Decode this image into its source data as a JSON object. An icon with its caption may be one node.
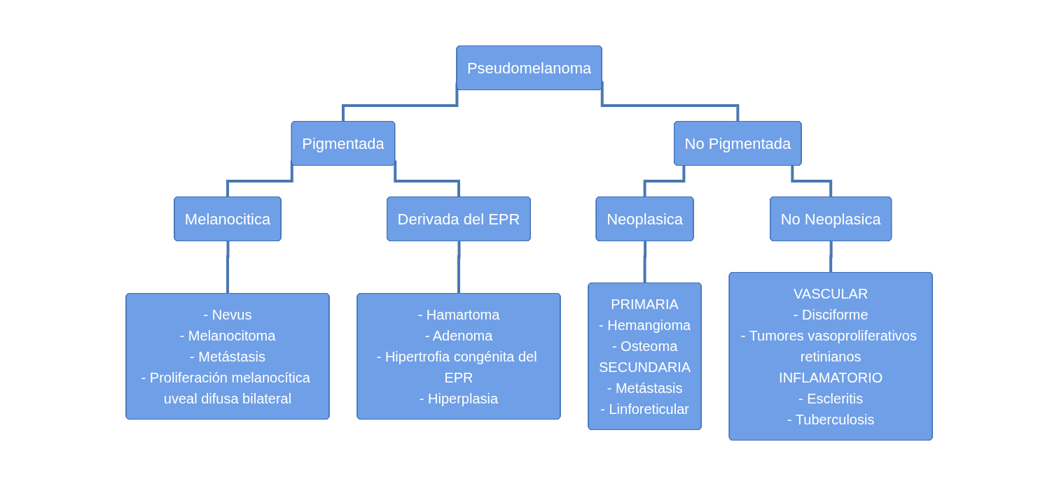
{
  "diagram": {
    "nodes": [
      {
        "text": [
          "Pseudomelanoma"
        ]
      },
      {
        "text": [
          "Pigmentada"
        ]
      },
      {
        "text": [
          "No Pigmentada"
        ]
      },
      {
        "text": [
          "Melanocitica"
        ]
      },
      {
        "text": [
          "Derivada del EPR"
        ]
      },
      {
        "text": [
          "Neoplasica"
        ]
      },
      {
        "text": [
          "No Neoplasica"
        ]
      },
      {
        "text": [
          "- Nevus",
          "- Melanocitoma",
          "- Metástasis",
          "- Proliferación melanocítica uveal difusa bilateral"
        ]
      },
      {
        "text": [
          "- Hamartoma",
          "- Adenoma",
          "- Hipertrofia congénita del EPR",
          "- Hiperplasia"
        ]
      },
      {
        "text": [
          "PRIMARIA",
          "- Hemangioma",
          "- Osteoma",
          "SECUNDARIA",
          "- Metástasis",
          "- Linforeticular"
        ]
      },
      {
        "text": [
          "VASCULAR",
          "- Disciforme",
          "- Tumores vasoproliferativos retinianos",
          "INFLAMATORIO",
          "- Escleritis",
          "- Tuberculosis"
        ]
      }
    ],
    "edges": [
      {
        "from": 0,
        "to": 1,
        "arrow": "none"
      },
      {
        "from": 0,
        "to": 2,
        "arrow": "none"
      },
      {
        "from": 1,
        "to": 3,
        "arrow": "none"
      },
      {
        "from": 1,
        "to": 4,
        "arrow": "none"
      },
      {
        "from": 2,
        "to": 5,
        "arrow": "none"
      },
      {
        "from": 2,
        "to": 6,
        "arrow": "none"
      },
      {
        "from": 3,
        "to": 7,
        "arrow": "none"
      },
      {
        "from": 4,
        "to": 8,
        "arrow": "none"
      },
      {
        "from": 5,
        "to": 9,
        "arrow": "none"
      },
      {
        "from": 6,
        "to": 10,
        "arrow": "none"
      }
    ]
  }
}
